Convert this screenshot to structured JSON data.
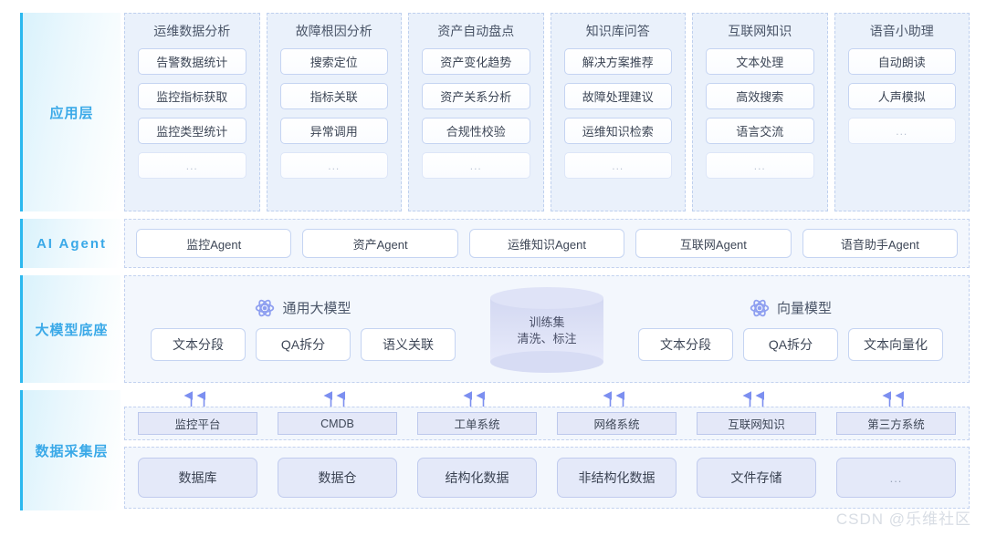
{
  "layers": [
    {
      "id": "application",
      "label": "应用层",
      "columns": [
        {
          "title": "运维数据分析",
          "items": [
            "告警数据统计",
            "监控指标获取",
            "监控类型统计",
            "..."
          ]
        },
        {
          "title": "故障根因分析",
          "items": [
            "搜索定位",
            "指标关联",
            "异常调用",
            "..."
          ]
        },
        {
          "title": "资产自动盘点",
          "items": [
            "资产变化趋势",
            "资产关系分析",
            "合规性校验",
            "..."
          ]
        },
        {
          "title": "知识库问答",
          "items": [
            "解决方案推荐",
            "故障处理建议",
            "运维知识检索",
            "..."
          ]
        },
        {
          "title": "互联网知识",
          "items": [
            "文本处理",
            "高效搜索",
            "语言交流",
            "..."
          ]
        },
        {
          "title": "语音小助理",
          "items": [
            "自动朗读",
            "人声模拟",
            "..."
          ]
        }
      ]
    },
    {
      "id": "ai-agent",
      "label": "AI Agent",
      "agents": [
        "监控Agent",
        "资产Agent",
        "运维知识Agent",
        "互联网Agent",
        "语音助手Agent"
      ]
    },
    {
      "id": "model-base",
      "label": "大模型底座",
      "general_model": {
        "icon": "atom-icon",
        "title": "通用大模型",
        "items": [
          "文本分段",
          "QA拆分",
          "语义关联"
        ]
      },
      "training_set": {
        "line1": "训练集",
        "line2": "清洗、标注"
      },
      "vector_model": {
        "icon": "atom-icon",
        "title": "向量模型",
        "items": [
          "文本分段",
          "QA拆分",
          "文本向量化"
        ]
      }
    },
    {
      "id": "data-collection",
      "label": "数据采集层",
      "sources": [
        "监控平台",
        "CMDB",
        "工单系统",
        "网络系统",
        "互联网知识",
        "第三方系统"
      ],
      "stores": [
        "数据库",
        "数据仓",
        "结构化数据",
        "非结构化数据",
        "文件存储",
        "..."
      ]
    }
  ],
  "watermark": "CSDN @乐维社区",
  "colors": {
    "accent_cyan": "#2bb8ef",
    "label_text": "#3aa9e8",
    "dashed_border": "#c3d2ef",
    "chip_border": "#c5d4f2",
    "panel_bg": "#eaf1fb",
    "strip_bg": "#f3f7fd",
    "store_bg": "#e4e9f9",
    "cylinder": "#dfe3f7",
    "atom": "#8e9ff0",
    "arrow": "#7c8ff0",
    "watermark": "#d8dde4"
  }
}
